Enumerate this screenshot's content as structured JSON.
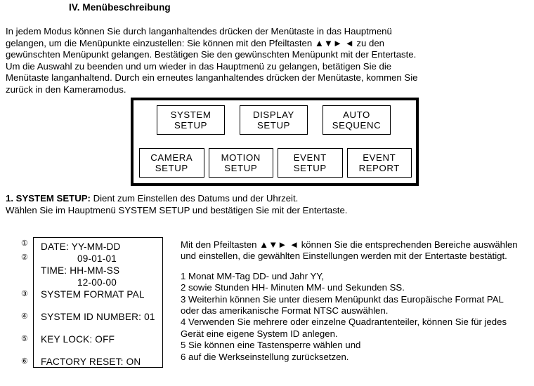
{
  "document": {
    "heading": "IV. Menübeschreibung",
    "intro_lines": [
      "In jedem Modus können Sie durch langanhaltendes drücken der Menütaste in das Hauptmenü",
      "gelangen, um die Menüpunkte einzustellen: Sie können mit den Pfeiltasten ▲▼► ◄ zu den",
      "gewünschten Menüpunkt gelangen. Bestätigen Sie den gewünschten Menüpunkt mit der Entertaste.",
      "Um die Auswahl zu beenden und um wieder in das Hauptmenü zu gelangen, betätigen Sie die",
      "Menütaste langanhaltend. Durch ein erneutes langanhaltendes drücken der Menütaste, kommen Sie",
      "zurück in den Kameramodus."
    ]
  },
  "main_menu": {
    "row1": [
      {
        "line1": "SYSTEM",
        "line2": "SETUP"
      },
      {
        "line1": "DISPLAY",
        "line2": "SETUP"
      },
      {
        "line1": "AUTO",
        "line2": "SEQUENC"
      }
    ],
    "row2": [
      {
        "line1": "CAMERA",
        "line2": "SETUP"
      },
      {
        "line1": "MOTION",
        "line2": "SETUP"
      },
      {
        "line1": "EVENT",
        "line2": "SETUP"
      },
      {
        "line1": "EVENT",
        "line2": "REPORT"
      }
    ]
  },
  "system_setup_section": {
    "heading_bold": "1. SYSTEM SETUP:",
    "heading_rest": " Dient zum Einstellen des Datums und der Uhrzeit.",
    "heading_line2": "Wählen Sie im Hauptmenü SYSTEM SETUP und bestätigen Sie mit der Entertaste."
  },
  "osd_panel": {
    "date_label": "DATE: YY-MM-DD",
    "date_value": "09-01-01",
    "time_label": "TIME:  HH-MM-SS",
    "time_value": "12-00-00",
    "system_format": "SYSTEM FORMAT PAL",
    "system_id": "SYSTEM ID NUMBER: 01",
    "key_lock": "KEY LOCK: OFF",
    "factory_reset": "FACTORY RESET: ON"
  },
  "callouts": [
    "①",
    "②",
    "③",
    "④",
    "⑤",
    "⑥"
  ],
  "explanation": {
    "intro_lines": [
      "Mit den Pfeiltasten ▲▼► ◄ können Sie die entsprechenden Bereiche auswählen",
      "und einstellen, die gewählten Einstellungen werden mit der Entertaste bestätigt."
    ],
    "numbered_lines": [
      "1 Monat MM-Tag DD- und Jahr YY,",
      "2 sowie Stunden HH- Minuten MM- und Sekunden SS.",
      "3 Weiterhin können Sie unter diesem Menüpunkt das   Europäische Format PAL",
      "oder das amerikanische Format NTSC auswählen.",
      "4 Verwenden Sie mehrere oder einzelne Quadrantenteiler, können Sie für jedes",
      "Gerät eine eigene System ID anlegen.",
      "5 Sie können eine Tastensperre wählen und",
      "6 auf die Werkseinstellung zurücksetzen."
    ]
  }
}
